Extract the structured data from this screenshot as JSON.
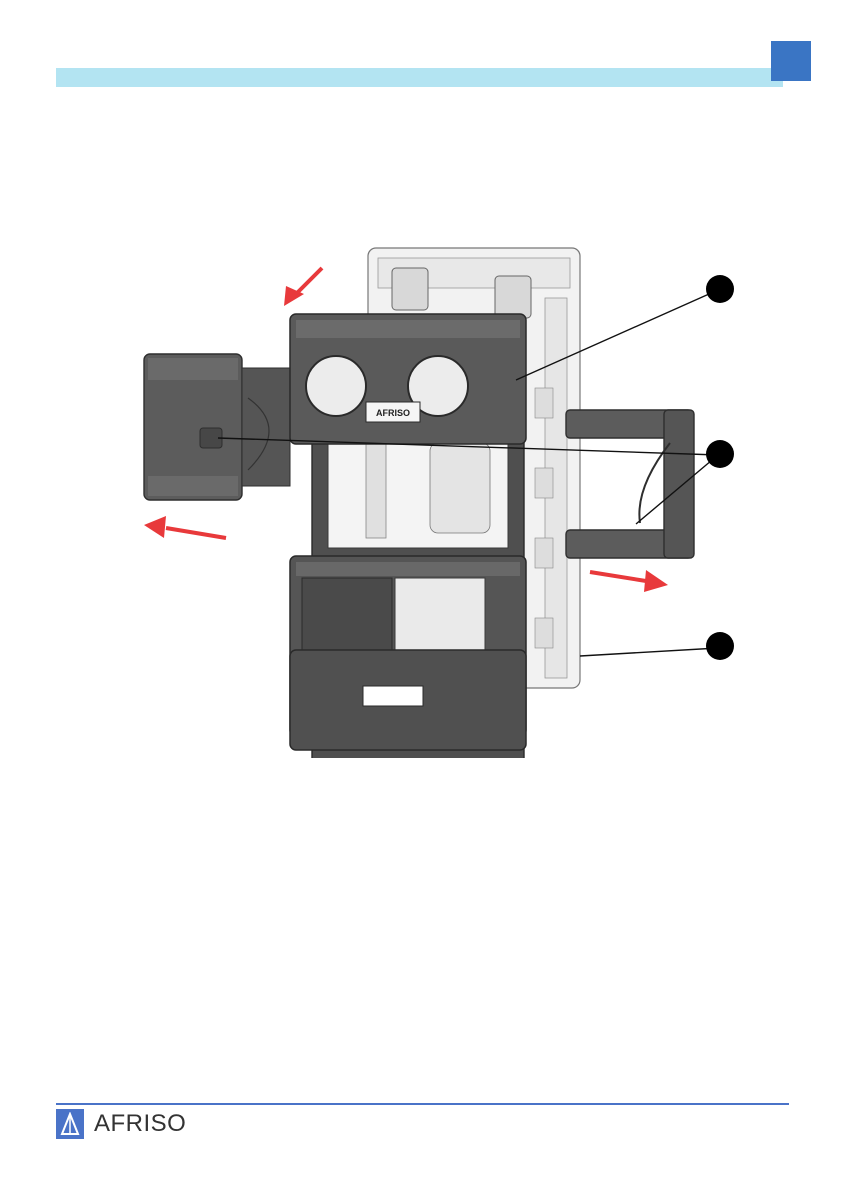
{
  "header": {
    "tab_color": "#3a75c4",
    "bar_color": "#b3e4f2"
  },
  "figure": {
    "housing_label": "AFRISO",
    "callout_marker_count": 3,
    "arrow_color": "#e8393b"
  },
  "footer": {
    "brand": "AFRISO",
    "rule_color": "#4a73c8"
  }
}
